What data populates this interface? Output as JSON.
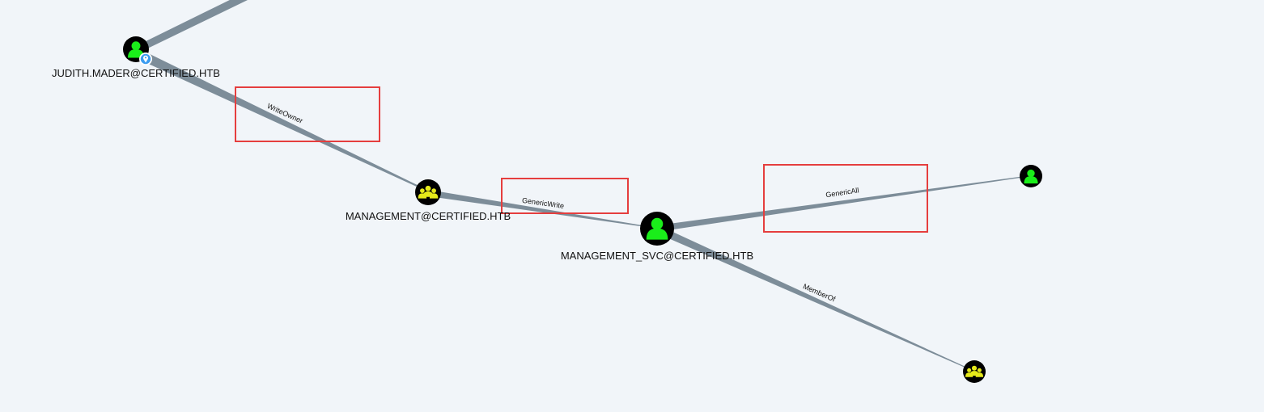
{
  "colors": {
    "background": "#f1f5f9",
    "edge": "#7d8d99",
    "node_fill": "#000000",
    "user_icon": "#1aee1a",
    "group_icon": "#e6ea1a",
    "highlight_box": "#e53e3e",
    "owned_badge": "#3b9cf0"
  },
  "nodes": {
    "judith": {
      "label": "JUDITH.MADER@CERTIFIED.HTB",
      "type": "user",
      "icon": "user-icon",
      "badge": "owned-marker-icon"
    },
    "management": {
      "label": "MANAGEMENT@CERTIFIED.HTB",
      "type": "group",
      "icon": "group-icon"
    },
    "management_svc": {
      "label": "MANAGEMENT_SVC@CERTIFIED.HTB",
      "type": "user",
      "icon": "user-icon"
    },
    "target_user": {
      "label": "",
      "type": "user",
      "icon": "user-icon"
    },
    "target_group": {
      "label": "",
      "type": "group",
      "icon": "group-icon"
    }
  },
  "edges": {
    "offscreen_judith": {
      "label": ""
    },
    "judith_management": {
      "label": "WriteOwner"
    },
    "management_mgmtsvc": {
      "label": "GenericWrite"
    },
    "mgmtsvc_target_user": {
      "label": "GenericAll"
    },
    "mgmtsvc_target_group": {
      "label": "MemberOf"
    }
  },
  "highlights": [
    "WriteOwner",
    "GenericWrite",
    "GenericAll"
  ]
}
